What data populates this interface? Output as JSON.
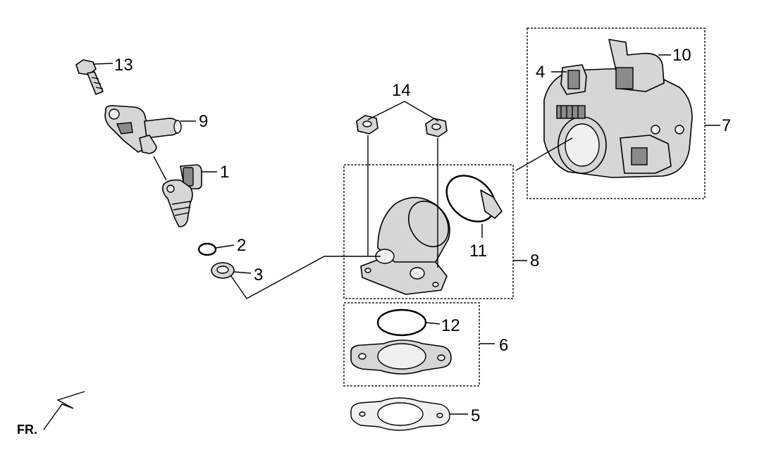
{
  "callouts": {
    "c1": "1",
    "c2": "2",
    "c3": "3",
    "c4": "4",
    "c5": "5",
    "c6": "6",
    "c7": "7",
    "c8": "8",
    "c9": "9",
    "c10": "10",
    "c11": "11",
    "c12": "12",
    "c13": "13",
    "c14": "14"
  },
  "front_indicator": {
    "label": "FR."
  }
}
